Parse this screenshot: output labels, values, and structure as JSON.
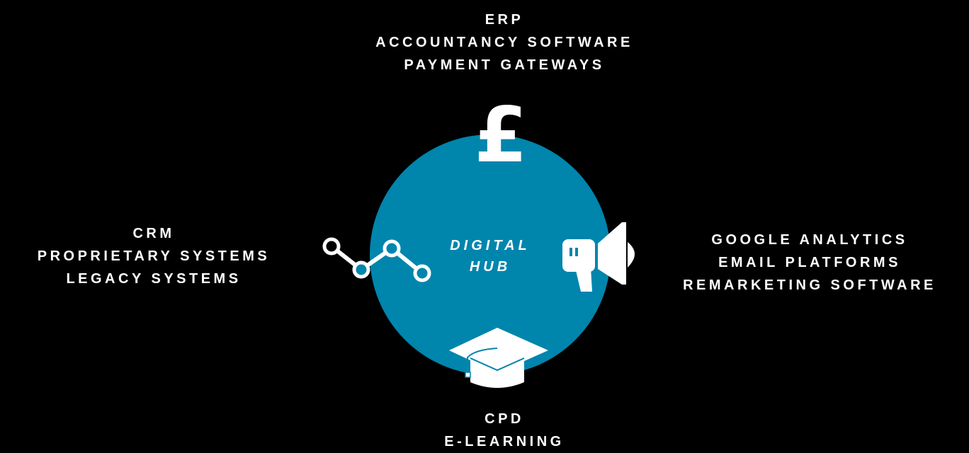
{
  "hub": {
    "line1": "DIGITAL",
    "line2": "HUB",
    "color": "#0085ad"
  },
  "top": {
    "icon": "pound-icon",
    "glyph": "£",
    "lines": [
      "ERP",
      "ACCOUNTANCY SOFTWARE",
      "PAYMENT GATEWAYS"
    ]
  },
  "left": {
    "icon": "line-chart-icon",
    "lines": [
      "CRM",
      "PROPRIETARY SYSTEMS",
      "LEGACY SYSTEMS"
    ]
  },
  "right": {
    "icon": "megaphone-icon",
    "lines": [
      "GOOGLE ANALYTICS",
      "EMAIL PLATFORMS",
      "REMARKETING SOFTWARE"
    ]
  },
  "bottom": {
    "icon": "graduation-cap-icon",
    "lines": [
      "CPD",
      "E-LEARNING"
    ]
  },
  "colors": {
    "background": "#000000",
    "text": "#ffffff",
    "hub": "#0085ad"
  }
}
